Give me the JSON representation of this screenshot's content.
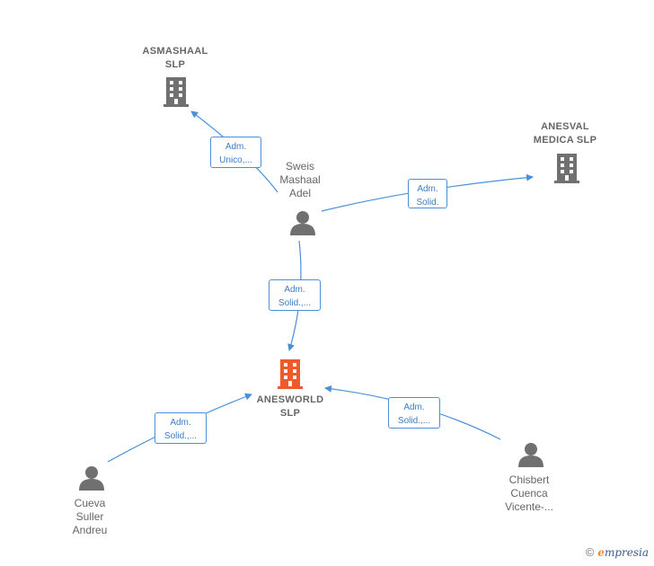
{
  "nodes": {
    "asmashaal": {
      "label": "ASMASHAAL\nSLP",
      "kind": "company"
    },
    "anesval": {
      "label": "ANESVAL\nMEDICA  SLP",
      "kind": "company"
    },
    "anesworld": {
      "label": "ANESWORLD\nSLP",
      "kind": "company",
      "focus": true
    },
    "sweis": {
      "label": "Sweis\nMashaal\nAdel",
      "kind": "person"
    },
    "cueva": {
      "label": "Cueva\nSuller\nAndreu",
      "kind": "person"
    },
    "chisbert": {
      "label": "Chisbert\nCuenca\nVicente-...",
      "kind": "person"
    }
  },
  "edges": {
    "sweis_asmashaal": "Adm.\nUnico,...",
    "sweis_anesval": "Adm.\nSolid.",
    "sweis_anesworld": "Adm.\nSolid.,...",
    "cueva_anesworld": "Adm.\nSolid.,...",
    "chisbert_anesworld": "Adm.\nSolid.,..."
  },
  "colors": {
    "edge": "#4a90d9",
    "company_icon": "#707070",
    "focus_icon": "#f05a28",
    "person_icon": "#707070"
  },
  "icons": {
    "company": "building-icon",
    "person": "person-icon"
  },
  "brand": {
    "copyright": "©",
    "initial": "e",
    "rest": "mpresia"
  }
}
